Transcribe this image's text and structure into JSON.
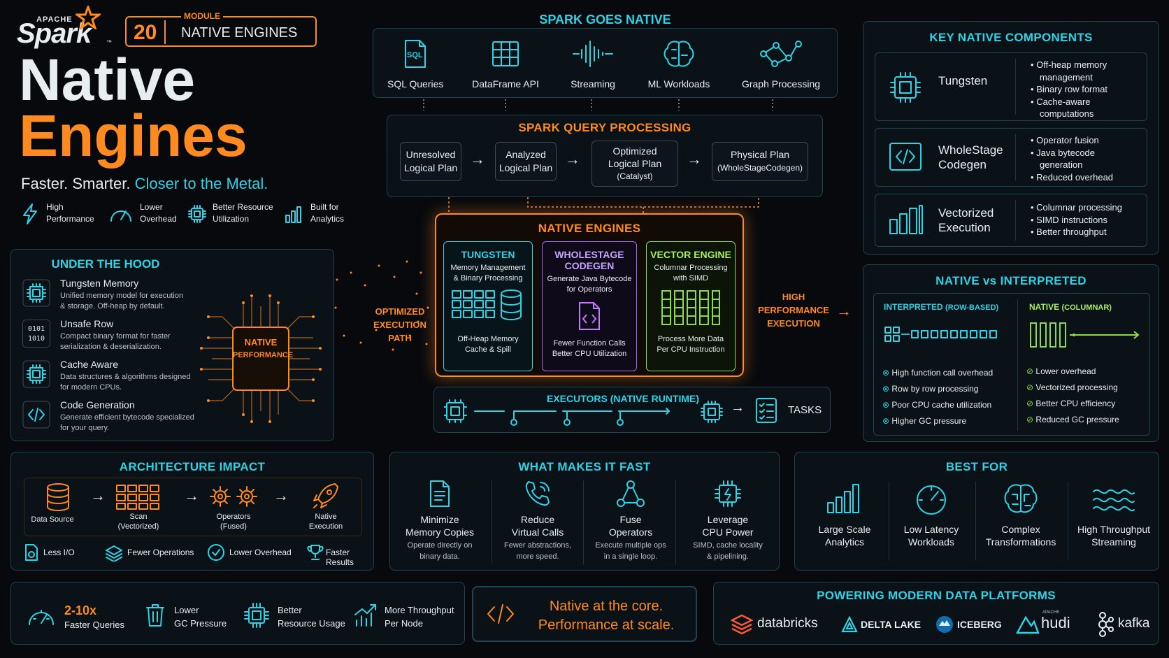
{
  "header": {
    "apache": "APACHE",
    "spark": "Spark",
    "tm": "™",
    "module_number": "20",
    "module_label": "MODULE",
    "module_title": "NATIVE ENGINES",
    "title_line1": "Native",
    "title_line2": "Engines",
    "tagline_a": "Faster. Smarter.",
    "tagline_b": "Closer to the Metal.",
    "features": [
      {
        "l1": "High",
        "l2": "Performance"
      },
      {
        "l1": "Lower",
        "l2": "Overhead"
      },
      {
        "l1": "Better Resource",
        "l2": "Utilization"
      },
      {
        "l1": "Built for",
        "l2": "Analytics"
      }
    ]
  },
  "spark_goes_native": {
    "title": "SPARK GOES NATIVE",
    "items": [
      "SQL Queries",
      "DataFrame API",
      "Streaming",
      "ML Workloads",
      "Graph Processing"
    ],
    "sql_icon_text": "SQL"
  },
  "query_processing": {
    "title": "SPARK QUERY PROCESSING",
    "steps": [
      {
        "l1": "Unresolved",
        "l2": "Logical Plan"
      },
      {
        "l1": "Analyzed",
        "l2": "Logical Plan"
      },
      {
        "l1": "Optimized",
        "l2": "Logical Plan",
        "l3": "(Catalyst)"
      },
      {
        "l1": "Physical Plan",
        "l2": "(WholeStageCodegen)"
      }
    ]
  },
  "native_engines": {
    "title": "NATIVE ENGINES",
    "tungsten": {
      "title": "TUNGSTEN",
      "desc1": "Memory Management",
      "desc2": "& Binary Processing",
      "foot1": "Off-Heap Memory",
      "foot2": "Cache & Spill"
    },
    "wholestage": {
      "title1": "WHOLESTAGE",
      "title2": "CODEGEN",
      "desc1": "Generate Java Bytecode",
      "desc2": "for Operators",
      "foot1": "Fewer Function Calls",
      "foot2": "Better CPU Utilization"
    },
    "vector": {
      "title": "VECTOR ENGINE",
      "desc1": "Columnar Processing",
      "desc2": "with SIMD",
      "foot1": "Process More Data",
      "foot2": "Per CPU Instruction"
    }
  },
  "optimized_path": {
    "l1": "OPTIMIZED",
    "l2": "EXECUTION",
    "l3": "PATH"
  },
  "high_perf": {
    "l1": "HIGH",
    "l2": "PERFORMANCE",
    "l3": "EXECUTION"
  },
  "executors": {
    "title": "EXECUTORS (NATIVE RUNTIME)",
    "tasks": "TASKS"
  },
  "under_the_hood": {
    "title": "UNDER THE HOOD",
    "chip_l1": "NATIVE",
    "chip_l2": "PERFORMANCE",
    "unsafe_icon": "0101\n1010",
    "items": [
      {
        "title": "Tungsten Memory",
        "d1": "Unified memory model for execution",
        "d2": "& storage. Off-heap by default."
      },
      {
        "title": "Unsafe Row",
        "d1": "Compact binary format for faster",
        "d2": "serialization & deserialization."
      },
      {
        "title": "Cache Aware",
        "d1": "Data structures & algorithms designed",
        "d2": "for modern CPUs."
      },
      {
        "title": "Code Generation",
        "d1": "Generate efficient bytecode specialized",
        "d2": "for your query."
      }
    ]
  },
  "key_components": {
    "title": "KEY NATIVE COMPONENTS",
    "items": [
      {
        "name1": "Tungsten",
        "name2": "",
        "bullets": [
          "Off-heap memory",
          "management",
          "Binary row format",
          "Cache-aware",
          "computations"
        ],
        "dots": [
          1,
          0,
          1,
          1,
          0
        ]
      },
      {
        "name1": "WholeStage",
        "name2": "Codegen",
        "bullets": [
          "Operator fusion",
          "Java bytecode",
          "generation",
          "Reduced overhead"
        ],
        "dots": [
          1,
          1,
          0,
          1
        ]
      },
      {
        "name1": "Vectorized",
        "name2": "Execution",
        "bullets": [
          "Columnar processing",
          "SIMD instructions",
          "Better throughput"
        ],
        "dots": [
          1,
          1,
          1
        ]
      }
    ]
  },
  "native_vs_interpreted": {
    "title": "NATIVE vs INTERPRETED",
    "interp_title": "INTERPRETED",
    "interp_sub": "(ROW-BASED)",
    "native_title": "NATIVE",
    "native_sub": "(COLUMNAR)",
    "interp_items": [
      "High function call overhead",
      "Row by row processing",
      "Poor CPU cache utilization",
      "Higher GC pressure"
    ],
    "native_items": [
      "Lower overhead",
      "Vectorized processing",
      "Better CPU efficiency",
      "Reduced GC pressure"
    ]
  },
  "architecture_impact": {
    "title": "ARCHITECTURE IMPACT",
    "steps": [
      {
        "l1": "Data Source",
        "l2": ""
      },
      {
        "l1": "Scan",
        "l2": "(Vectorized)"
      },
      {
        "l1": "Operators",
        "l2": "(Fused)"
      },
      {
        "l1": "Native",
        "l2": "Execution"
      }
    ],
    "outcomes": [
      "Less I/O",
      "Fewer Operations",
      "Lower Overhead",
      "Faster Results"
    ]
  },
  "what_makes_fast": {
    "title": "WHAT MAKES IT FAST",
    "items": [
      {
        "t1": "Minimize",
        "t2": "Memory Copies",
        "d1": "Operate directly on",
        "d2": "binary data."
      },
      {
        "t1": "Reduce",
        "t2": "Virtual Calls",
        "d1": "Fewer abstractions,",
        "d2": "more speed."
      },
      {
        "t1": "Fuse",
        "t2": "Operators",
        "d1": "Execute multiple ops",
        "d2": "in a single loop."
      },
      {
        "t1": "Leverage",
        "t2": "CPU Power",
        "d1": "SIMD, cache locality",
        "d2": "& pipelining."
      }
    ]
  },
  "best_for": {
    "title": "BEST FOR",
    "items": [
      {
        "l1": "Large Scale",
        "l2": "Analytics"
      },
      {
        "l1": "Low Latency",
        "l2": "Workloads"
      },
      {
        "l1": "Complex",
        "l2": "Transformations"
      },
      {
        "l1": "High Throughput",
        "l2": "Streaming"
      }
    ]
  },
  "stats": [
    {
      "v": "2-10x",
      "l": "Faster Queries"
    },
    {
      "v": "Lower",
      "l": "GC Pressure"
    },
    {
      "v": "Better",
      "l": "Resource Usage"
    },
    {
      "v": "More Throughput",
      "l": "Per Node"
    }
  ],
  "tagline_box": {
    "l1": "Native at the core.",
    "l2": "Performance at scale."
  },
  "platforms": {
    "title": "POWERING MODERN DATA PLATFORMS",
    "items": [
      "databricks",
      "DELTA LAKE",
      "ICEBERG",
      "hudi",
      "kafka"
    ],
    "hudi_super": "APACHE"
  },
  "colors": {
    "cyan": "#2ed3e6",
    "orange": "#ff8a1f",
    "purple": "#c27bff",
    "green": "#8fd94a",
    "bg": "#07090d"
  }
}
